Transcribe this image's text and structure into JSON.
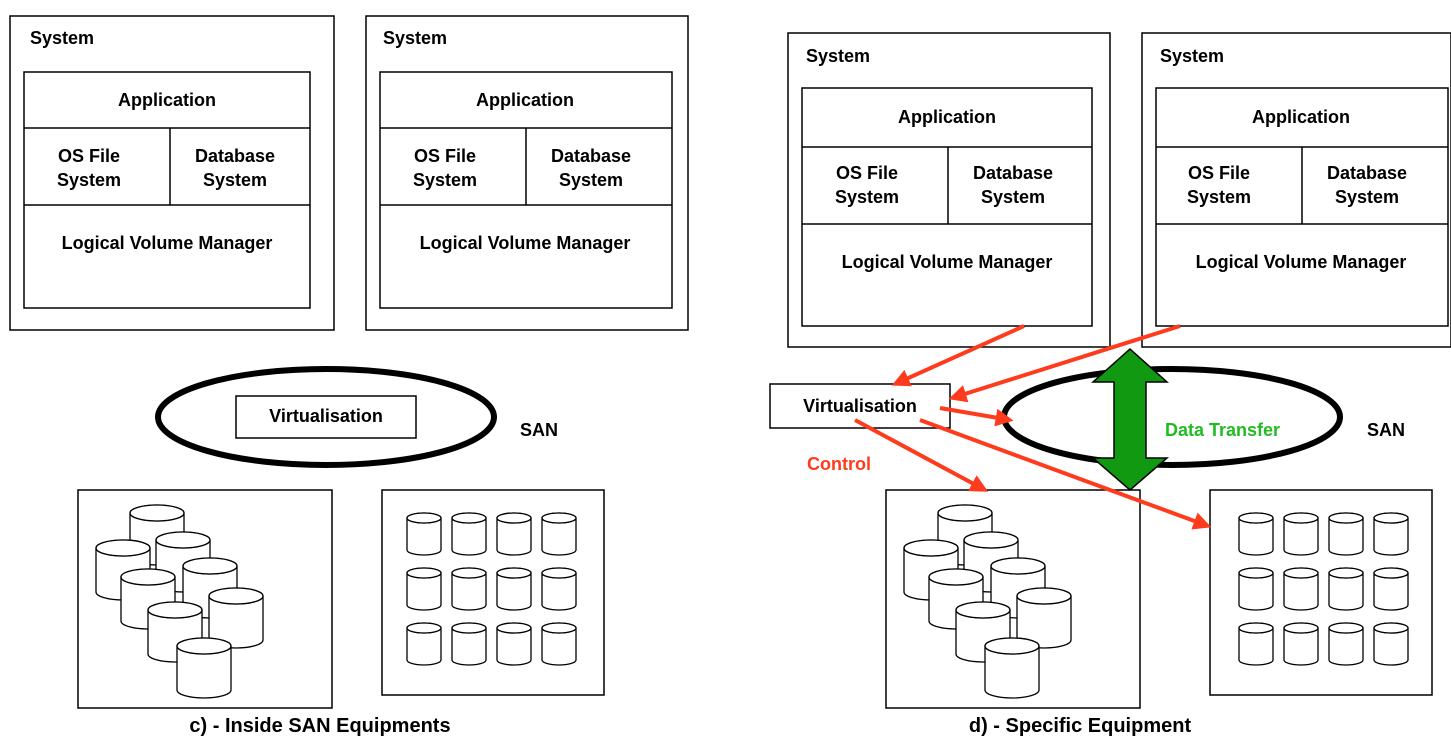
{
  "colors": {
    "line": "#000000",
    "control_arrow": "#ff3b1d",
    "data_arrow": "#119911",
    "data_arrow_stroke": "#000000",
    "control_text": "#ff3b1d",
    "data_text": "#22bb22"
  },
  "panel_c": {
    "systems": [
      {
        "title": "System",
        "application": "Application",
        "os_fs": "OS File System",
        "db": "Database System",
        "lvm": "Logical Volume Manager"
      },
      {
        "title": "System",
        "application": "Application",
        "os_fs": "OS File System",
        "db": "Database System",
        "lvm": "Logical Volume Manager"
      }
    ],
    "virtualisation": "Virtualisation",
    "san": "SAN",
    "caption": "c) - Inside SAN Equipments"
  },
  "panel_d": {
    "systems": [
      {
        "title": "System",
        "application": "Application",
        "os_fs": "OS File System",
        "db": "Database System",
        "lvm": "Logical Volume Manager"
      },
      {
        "title": "System",
        "application": "Application",
        "os_fs": "OS File System",
        "db": "Database System",
        "lvm": "Logical Volume Manager"
      }
    ],
    "virtualisation": "Virtualisation",
    "san": "SAN",
    "control": "Control",
    "data_transfer": "Data Transfer",
    "caption": "d) - Specific Equipment"
  }
}
